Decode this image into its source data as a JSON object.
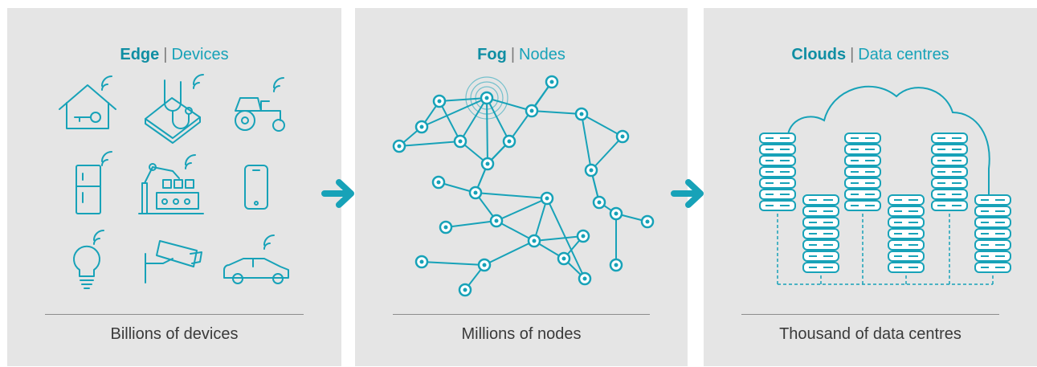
{
  "edge": {
    "title_bold": "Edge",
    "separator": "|",
    "title_rest": "Devices",
    "caption": "Billions of devices"
  },
  "fog": {
    "title_bold": "Fog",
    "separator": "|",
    "title_rest": "Nodes",
    "caption": "Millions of nodes"
  },
  "clouds": {
    "title_bold": "Clouds",
    "separator": "|",
    "title_rest": "Data centres",
    "caption": "Thousand of data centres"
  },
  "colors": {
    "accent": "#17a2b8",
    "panel": "#e5e5e5",
    "text": "#3a3a3a"
  },
  "icons": [
    "house-key-icon",
    "medical-stethoscope-icon",
    "tractor-icon",
    "fridge-icon",
    "factory-robot-icon",
    "smartphone-icon",
    "lightbulb-icon",
    "security-camera-icon",
    "car-icon",
    "fog-node-icon",
    "server-rack-icon",
    "cloud-icon",
    "arrow-right-icon"
  ]
}
